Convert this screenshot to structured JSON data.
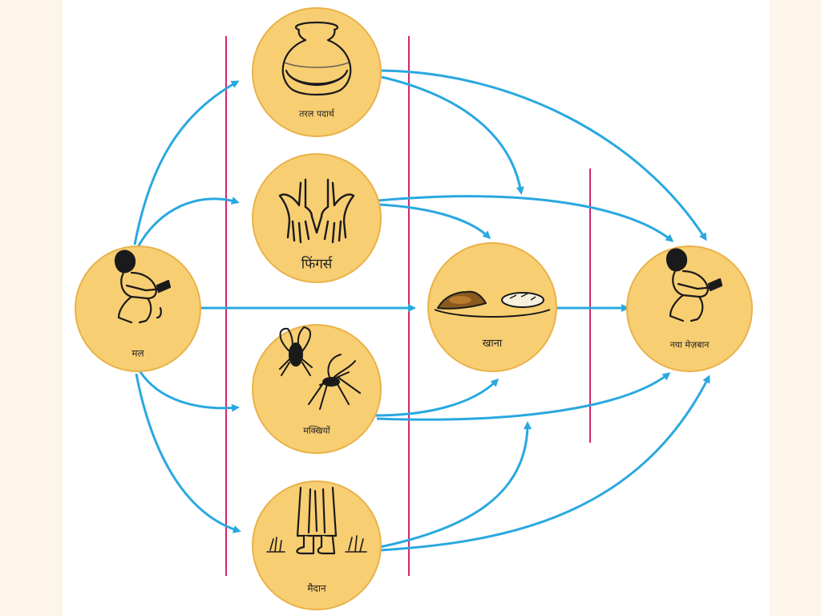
{
  "colors": {
    "background": "#fdf5ea",
    "panel": "#ffffff",
    "node_fill": "#f8ce72",
    "node_stroke": "#e9b24a",
    "arrow": "#29a8e0",
    "barrier": "#d6246e",
    "ink": "#1a1a1a"
  },
  "nodes": {
    "feces": {
      "label": "मल",
      "icon": "squatting-person-icon"
    },
    "fluids": {
      "label": "तरल पदार्थ",
      "icon": "clay-pot-icon"
    },
    "fingers": {
      "label": "फिंगर्स",
      "icon": "hands-icon"
    },
    "flies": {
      "label": "मक्खियों",
      "icon": "fly-mosquito-icon"
    },
    "fields": {
      "label": "मैदान",
      "icon": "standing-feet-icon"
    },
    "food": {
      "label": "खाना",
      "icon": "food-plate-icon"
    },
    "host": {
      "label": "नया मेज़बान",
      "icon": "squatting-person-icon"
    }
  }
}
